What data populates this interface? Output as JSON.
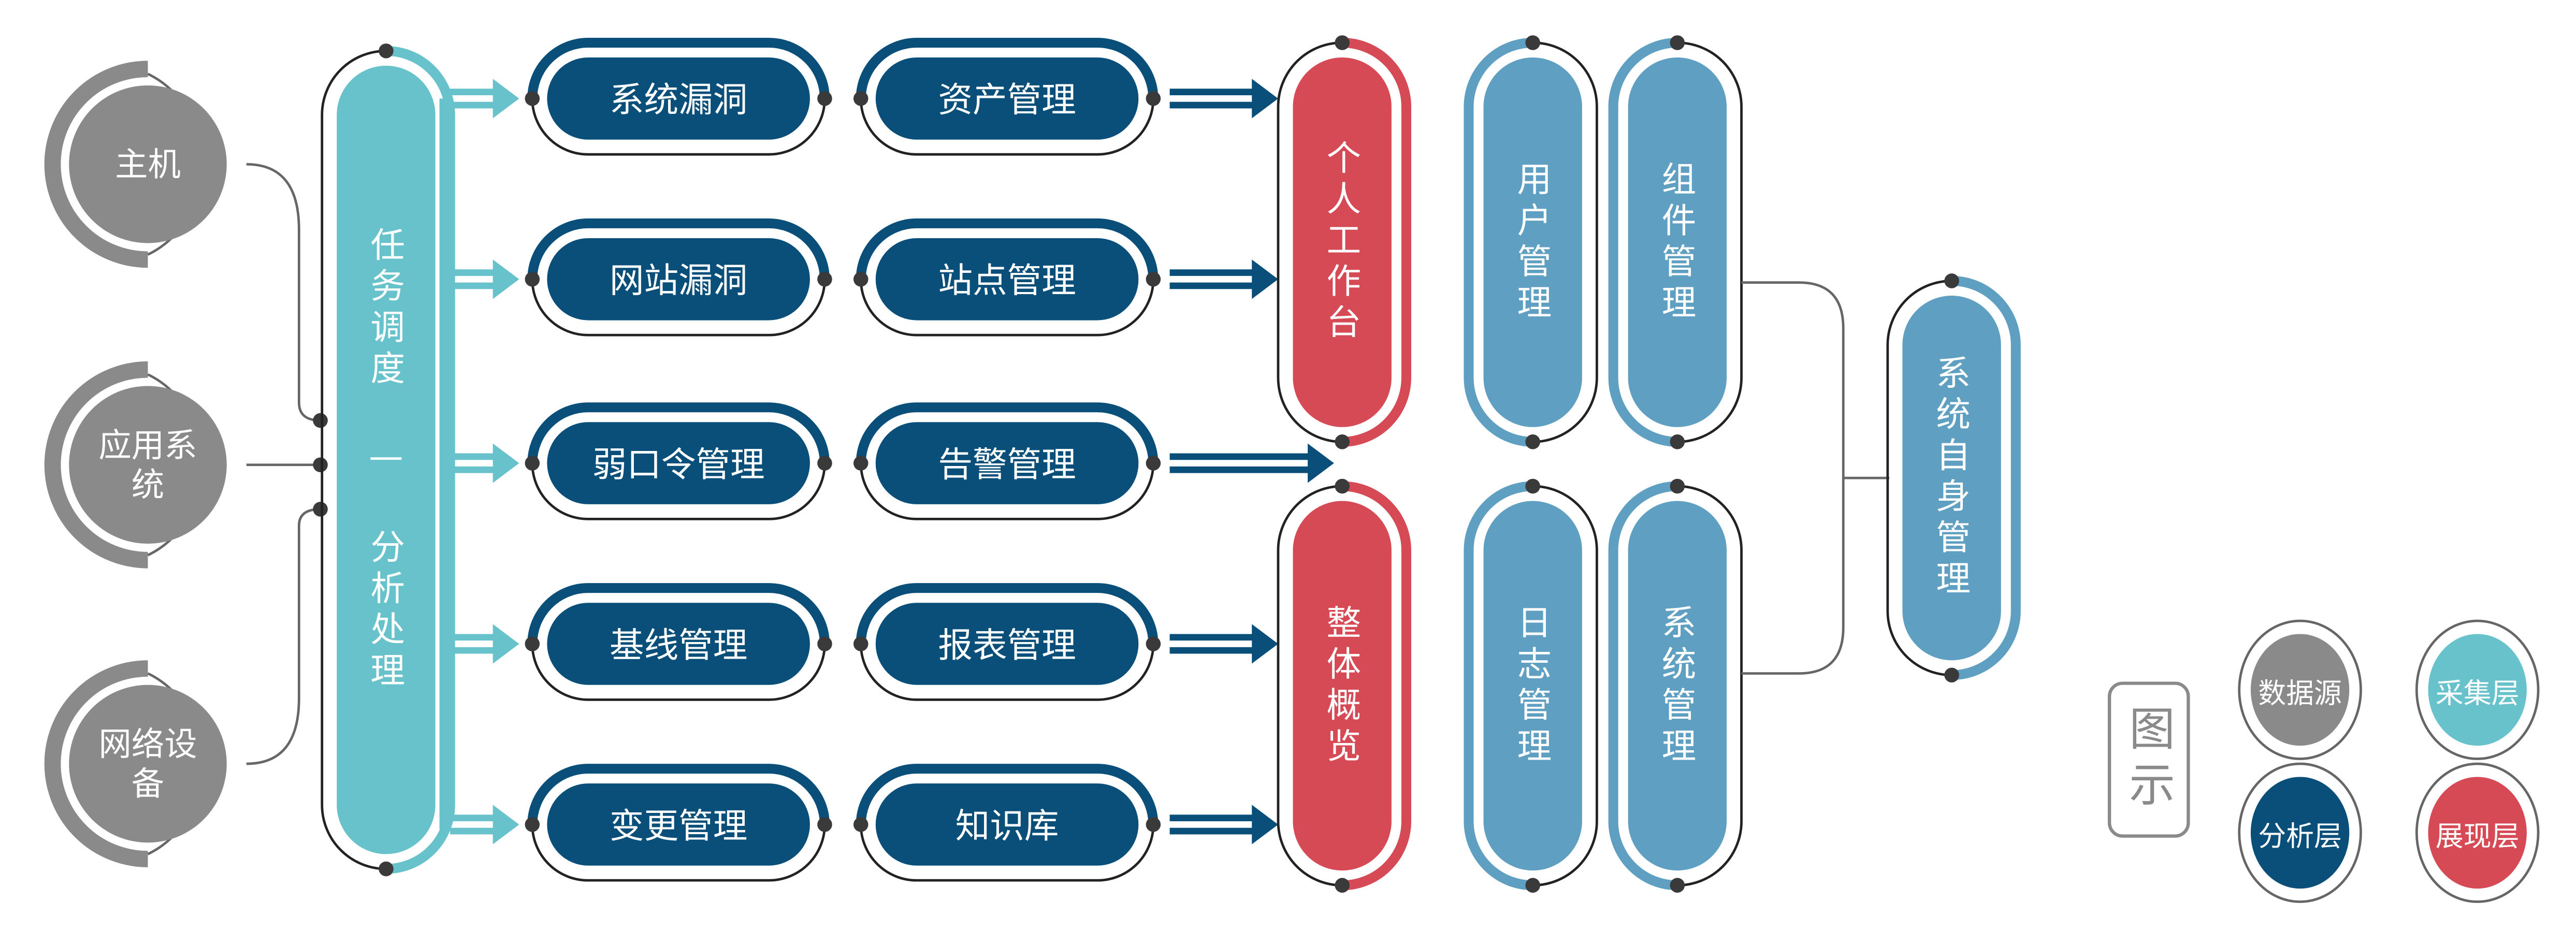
{
  "colors": {
    "source": "#8a8a8a",
    "collector": "#67c2cb",
    "analysis": "#0a4f7a",
    "presentation": "#d54a55",
    "system": "#5f9fc1",
    "dot": "#3a3a3a",
    "line": "#666666"
  },
  "sources": [
    {
      "label": "主机"
    },
    {
      "label": "应用系统"
    },
    {
      "label": "网络设备"
    }
  ],
  "collector": {
    "label": "任务调度 — 分析处理"
  },
  "analysis": {
    "col1": [
      "系统漏洞",
      "网站漏洞",
      "弱口令管理",
      "基线管理",
      "变更管理"
    ],
    "col2": [
      "资产管理",
      "站点管理",
      "告警管理",
      "报表管理",
      "知识库"
    ]
  },
  "presentation": [
    "个人工作台",
    "整体概览"
  ],
  "system": {
    "items": [
      "用户管理",
      "组件管理",
      "日志管理",
      "系统管理"
    ],
    "label": "系统自身管理"
  },
  "legend": {
    "title": "图示",
    "items": [
      {
        "label": "数据源",
        "color": "#8a8a8a"
      },
      {
        "label": "采集层",
        "color": "#67c2cb"
      },
      {
        "label": "分析层",
        "color": "#0a4f7a"
      },
      {
        "label": "展现层",
        "color": "#d54a55"
      }
    ]
  }
}
